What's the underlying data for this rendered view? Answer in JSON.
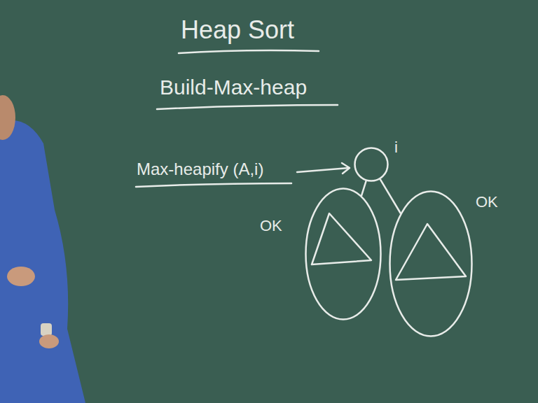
{
  "diagram": {
    "title": "Heap Sort",
    "nodes": [
      {
        "text": [
          "i"
        ]
      },
      {
        "text": [
          "OK"
        ]
      },
      {
        "text": [
          "OK"
        ]
      }
    ],
    "edges": [
      {
        "from": 0,
        "to": 1,
        "arrow": "none"
      },
      {
        "from": 0,
        "to": 2,
        "arrow": "none"
      }
    ],
    "labels": [
      "Build-Max-heap",
      "Max-heapify (A,i)"
    ]
  }
}
